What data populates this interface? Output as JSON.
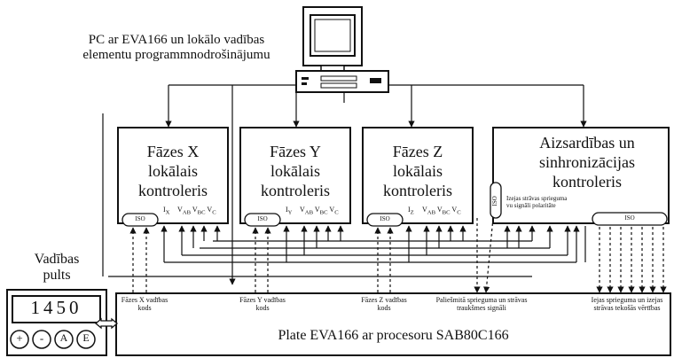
{
  "pc_caption": {
    "line1": "PC ar EVA166 un lokālo vadības",
    "line2": "elementu programmnodrošinājumu"
  },
  "controllers": [
    {
      "line1": "Fāzes X",
      "line2": "lokālais",
      "line3": "kontroleris",
      "current": "I",
      "current_sub": "X"
    },
    {
      "line1": "Fāzes Y",
      "line2": "lokālais",
      "line3": "kontroleris",
      "current": "I",
      "current_sub": "Y"
    },
    {
      "line1": "Fāzes Z",
      "line2": "lokālais",
      "line3": "kontroleris",
      "current": "I",
      "current_sub": "Z"
    }
  ],
  "voltage_labels": {
    "vab": "V",
    "vab_sub": "AB",
    "vbc": "V",
    "vbc_sub": "BC",
    "vc": "V",
    "vc_sub": "C"
  },
  "protection": {
    "line1": "Aizsardības un",
    "line2": "sinhronizācijas",
    "line3": "kontroleris",
    "signals_line1": "Izejas strāvas sprieguma",
    "signals_line2": "vu signāli polaritāte"
  },
  "iso_label": "ISO",
  "panel": {
    "title_line1": "Vadības",
    "title_line2": "pults",
    "display_value": "1450",
    "buttons": [
      "+",
      "-",
      "A",
      "E"
    ]
  },
  "plate": {
    "title": "Plate EVA166 ar procesoru SAB80C166",
    "labels": [
      {
        "line1": "Fāzes X vadības",
        "line2": "kods"
      },
      {
        "line1": "Fāzes Y vadības",
        "line2": "kods"
      },
      {
        "line1": "Fāzes Z vadības",
        "line2": "kods"
      },
      {
        "line1": "Paliešmitā sprieguma un strāvas",
        "line2": "traukšmes signāli"
      },
      {
        "line1": "Iejas sprieguma un izejas",
        "line2": "strāvas tekošās vērtības"
      }
    ]
  }
}
